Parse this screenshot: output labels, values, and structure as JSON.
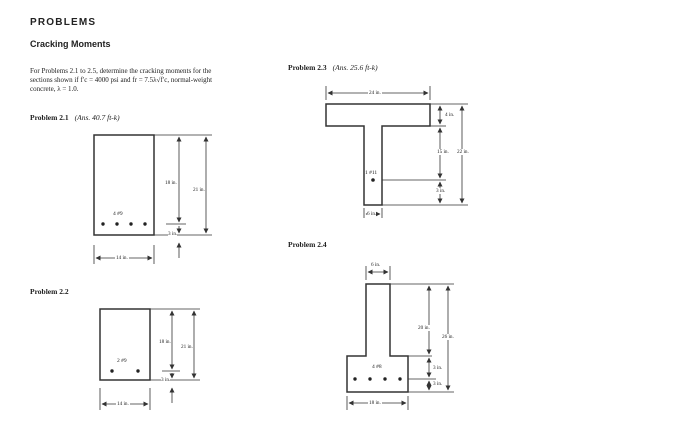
{
  "header": {
    "section_title": "PROBLEMS",
    "subsection_title": "Cracking Moments"
  },
  "intro": {
    "line1": "For Problems 2.1 to 2.5, determine the cracking moments for the",
    "line2": "sections shown if f′c = 4000 psi and fr = 7.5λ√f′c, normal-weight",
    "line3": "concrete, λ = 1.0."
  },
  "problems": [
    {
      "label": "Problem 2.1",
      "answer": "(Ans. 40.7 ft-k)",
      "bars": "4 #9",
      "dims": {
        "width": "14 in.",
        "d": "18 in.",
        "h": "21 in.",
        "cover": "3 in."
      }
    },
    {
      "label": "Problem 2.2",
      "bars": "2 #9",
      "dims": {
        "width": "14 in.",
        "d": "18 in.",
        "h": "21 in.",
        "cover": "3 in."
      }
    },
    {
      "label": "Problem 2.3",
      "answer": "(Ans. 25.6 ft-k)",
      "bars": "1 #11",
      "dims": {
        "flange_width": "24 in.",
        "flange_thk": "4 in.",
        "d": "15 in.",
        "h": "22 in.",
        "cover": "3 in.",
        "web_width": "6 in."
      }
    },
    {
      "label": "Problem 2.4",
      "bars": "4 #8",
      "dims": {
        "web_width": "6 in.",
        "web_height": "20 in.",
        "h": "26 in.",
        "cover_top": "3 in.",
        "cover_bot": "3 in.",
        "base_width": "18 in."
      }
    }
  ]
}
